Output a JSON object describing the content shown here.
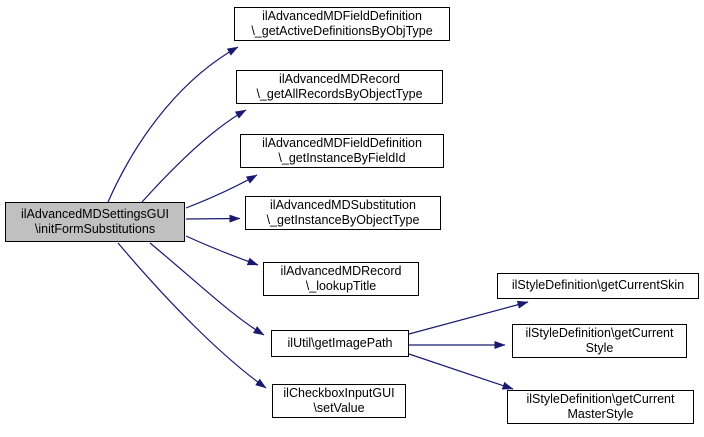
{
  "diagram": {
    "type": "call-graph",
    "colors": {
      "background": "#ffffff",
      "edge": "#191970",
      "node_fill": "#ffffff",
      "node_border": "#000000",
      "root_fill": "#c0c0c0",
      "text": "#000000"
    },
    "root": {
      "id": "initFormSubstitutions",
      "line1": "ilAdvancedMDSettingsGUI",
      "line2": "\\initFormSubstitutions"
    },
    "nodes": [
      {
        "id": "getActiveDefinitionsByObjType",
        "line1": "ilAdvancedMDFieldDefinition",
        "line2": "\\_getActiveDefinitionsByObjType"
      },
      {
        "id": "getAllRecordsByObjectType",
        "line1": "ilAdvancedMDRecord",
        "line2": "\\_getAllRecordsByObjectType"
      },
      {
        "id": "getInstanceByFieldId",
        "line1": "ilAdvancedMDFieldDefinition",
        "line2": "\\_getInstanceByFieldId"
      },
      {
        "id": "getInstanceByObjectType",
        "line1": "ilAdvancedMDSubstitution",
        "line2": "\\_getInstanceByObjectType"
      },
      {
        "id": "lookupTitle",
        "line1": "ilAdvancedMDRecord",
        "line2": "\\_lookupTitle"
      },
      {
        "id": "getImagePath",
        "line1": "ilUtil\\getImagePath",
        "line2": ""
      },
      {
        "id": "setValue",
        "line1": "ilCheckboxInputGUI",
        "line2": "\\setValue"
      },
      {
        "id": "getCurrentSkin",
        "line1": "ilStyleDefinition\\getCurrentSkin",
        "line2": ""
      },
      {
        "id": "getCurrentStyle",
        "line1": "ilStyleDefinition\\getCurrent",
        "line2": "Style"
      },
      {
        "id": "getCurrentMasterStyle",
        "line1": "ilStyleDefinition\\getCurrent",
        "line2": "MasterStyle"
      }
    ],
    "edges": [
      {
        "from": "initFormSubstitutions",
        "to": "getActiveDefinitionsByObjType"
      },
      {
        "from": "initFormSubstitutions",
        "to": "getAllRecordsByObjectType"
      },
      {
        "from": "initFormSubstitutions",
        "to": "getInstanceByFieldId"
      },
      {
        "from": "initFormSubstitutions",
        "to": "getInstanceByObjectType"
      },
      {
        "from": "initFormSubstitutions",
        "to": "lookupTitle"
      },
      {
        "from": "initFormSubstitutions",
        "to": "getImagePath"
      },
      {
        "from": "initFormSubstitutions",
        "to": "setValue"
      },
      {
        "from": "getImagePath",
        "to": "getCurrentSkin"
      },
      {
        "from": "getImagePath",
        "to": "getCurrentStyle"
      },
      {
        "from": "getImagePath",
        "to": "getCurrentMasterStyle"
      }
    ]
  }
}
